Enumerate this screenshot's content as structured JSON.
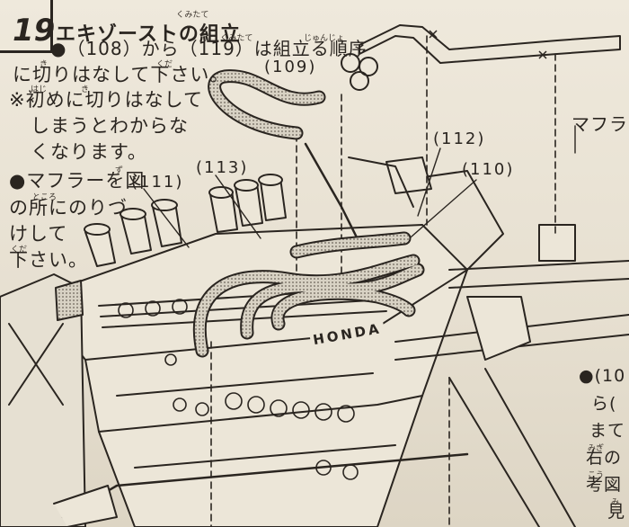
{
  "step": {
    "number": "19",
    "title": "エキゾーストの組立",
    "title_ruby": "くみたて"
  },
  "instructions": [
    {
      "text": "●（108）から（119）は組立る順序",
      "ruby": [
        "くみたて",
        "じゅんじょ"
      ]
    },
    {
      "text": "に切りはなして下さい。",
      "ruby": [
        "き",
        "くだ"
      ]
    },
    {
      "text": "※初めに切りはなして",
      "ruby": [
        "はじ",
        "き"
      ]
    },
    {
      "text": "しまうとわからな",
      "ruby": []
    },
    {
      "text": "くなります。",
      "ruby": []
    },
    {
      "text": "●マフラーを図",
      "ruby": [
        "ず"
      ]
    },
    {
      "text": "の所にのりづ",
      "ruby": [
        "ところ"
      ]
    },
    {
      "text": "けして",
      "ruby": []
    },
    {
      "text": "下さい。",
      "ruby": [
        "くだ"
      ]
    }
  ],
  "part_labels": {
    "p109": "(109)",
    "p112": "(112)",
    "p110": "(110)",
    "p111": "(111)",
    "p113": "(113)"
  },
  "muffler_label": "マフラ",
  "engine_logo": "HONDA",
  "right_edge_text": [
    {
      "text": "●(10",
      "ruby": ""
    },
    {
      "text": "ら(",
      "ruby": ""
    },
    {
      "text": "まて",
      "ruby": ""
    },
    {
      "text": "右の",
      "ruby": "みぎ"
    },
    {
      "text": "考図",
      "ruby": "こう"
    },
    {
      "text": "見",
      "ruby": "み"
    }
  ]
}
